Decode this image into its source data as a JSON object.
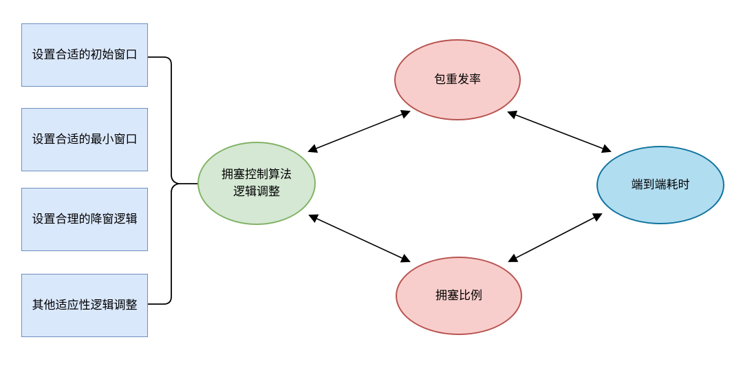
{
  "canvas": {
    "background": "#ffffff"
  },
  "left_boxes": [
    {
      "label": "设置合适的初始窗口"
    },
    {
      "label": "设置合适的最小窗口"
    },
    {
      "label": "设置合理的降窗逻辑"
    },
    {
      "label": "其他适应性逻辑调整"
    }
  ],
  "box_style": {
    "fill": "#dae8fc",
    "border": "#6c8ebf"
  },
  "center_node": {
    "line1": "拥塞控制算法",
    "line2": "逻辑调整",
    "fill": "#d5e8d4",
    "border": "#82b366"
  },
  "metric_nodes": {
    "top": {
      "label": "包重发率",
      "fill": "#f8cecc",
      "border": "#b85450"
    },
    "bottom": {
      "label": "拥塞比例",
      "fill": "#f8cecc",
      "border": "#b85450"
    },
    "right": {
      "label": "端到端耗时",
      "fill": "#b1ddf0",
      "border": "#10739e"
    }
  },
  "connector_color": "#000000"
}
